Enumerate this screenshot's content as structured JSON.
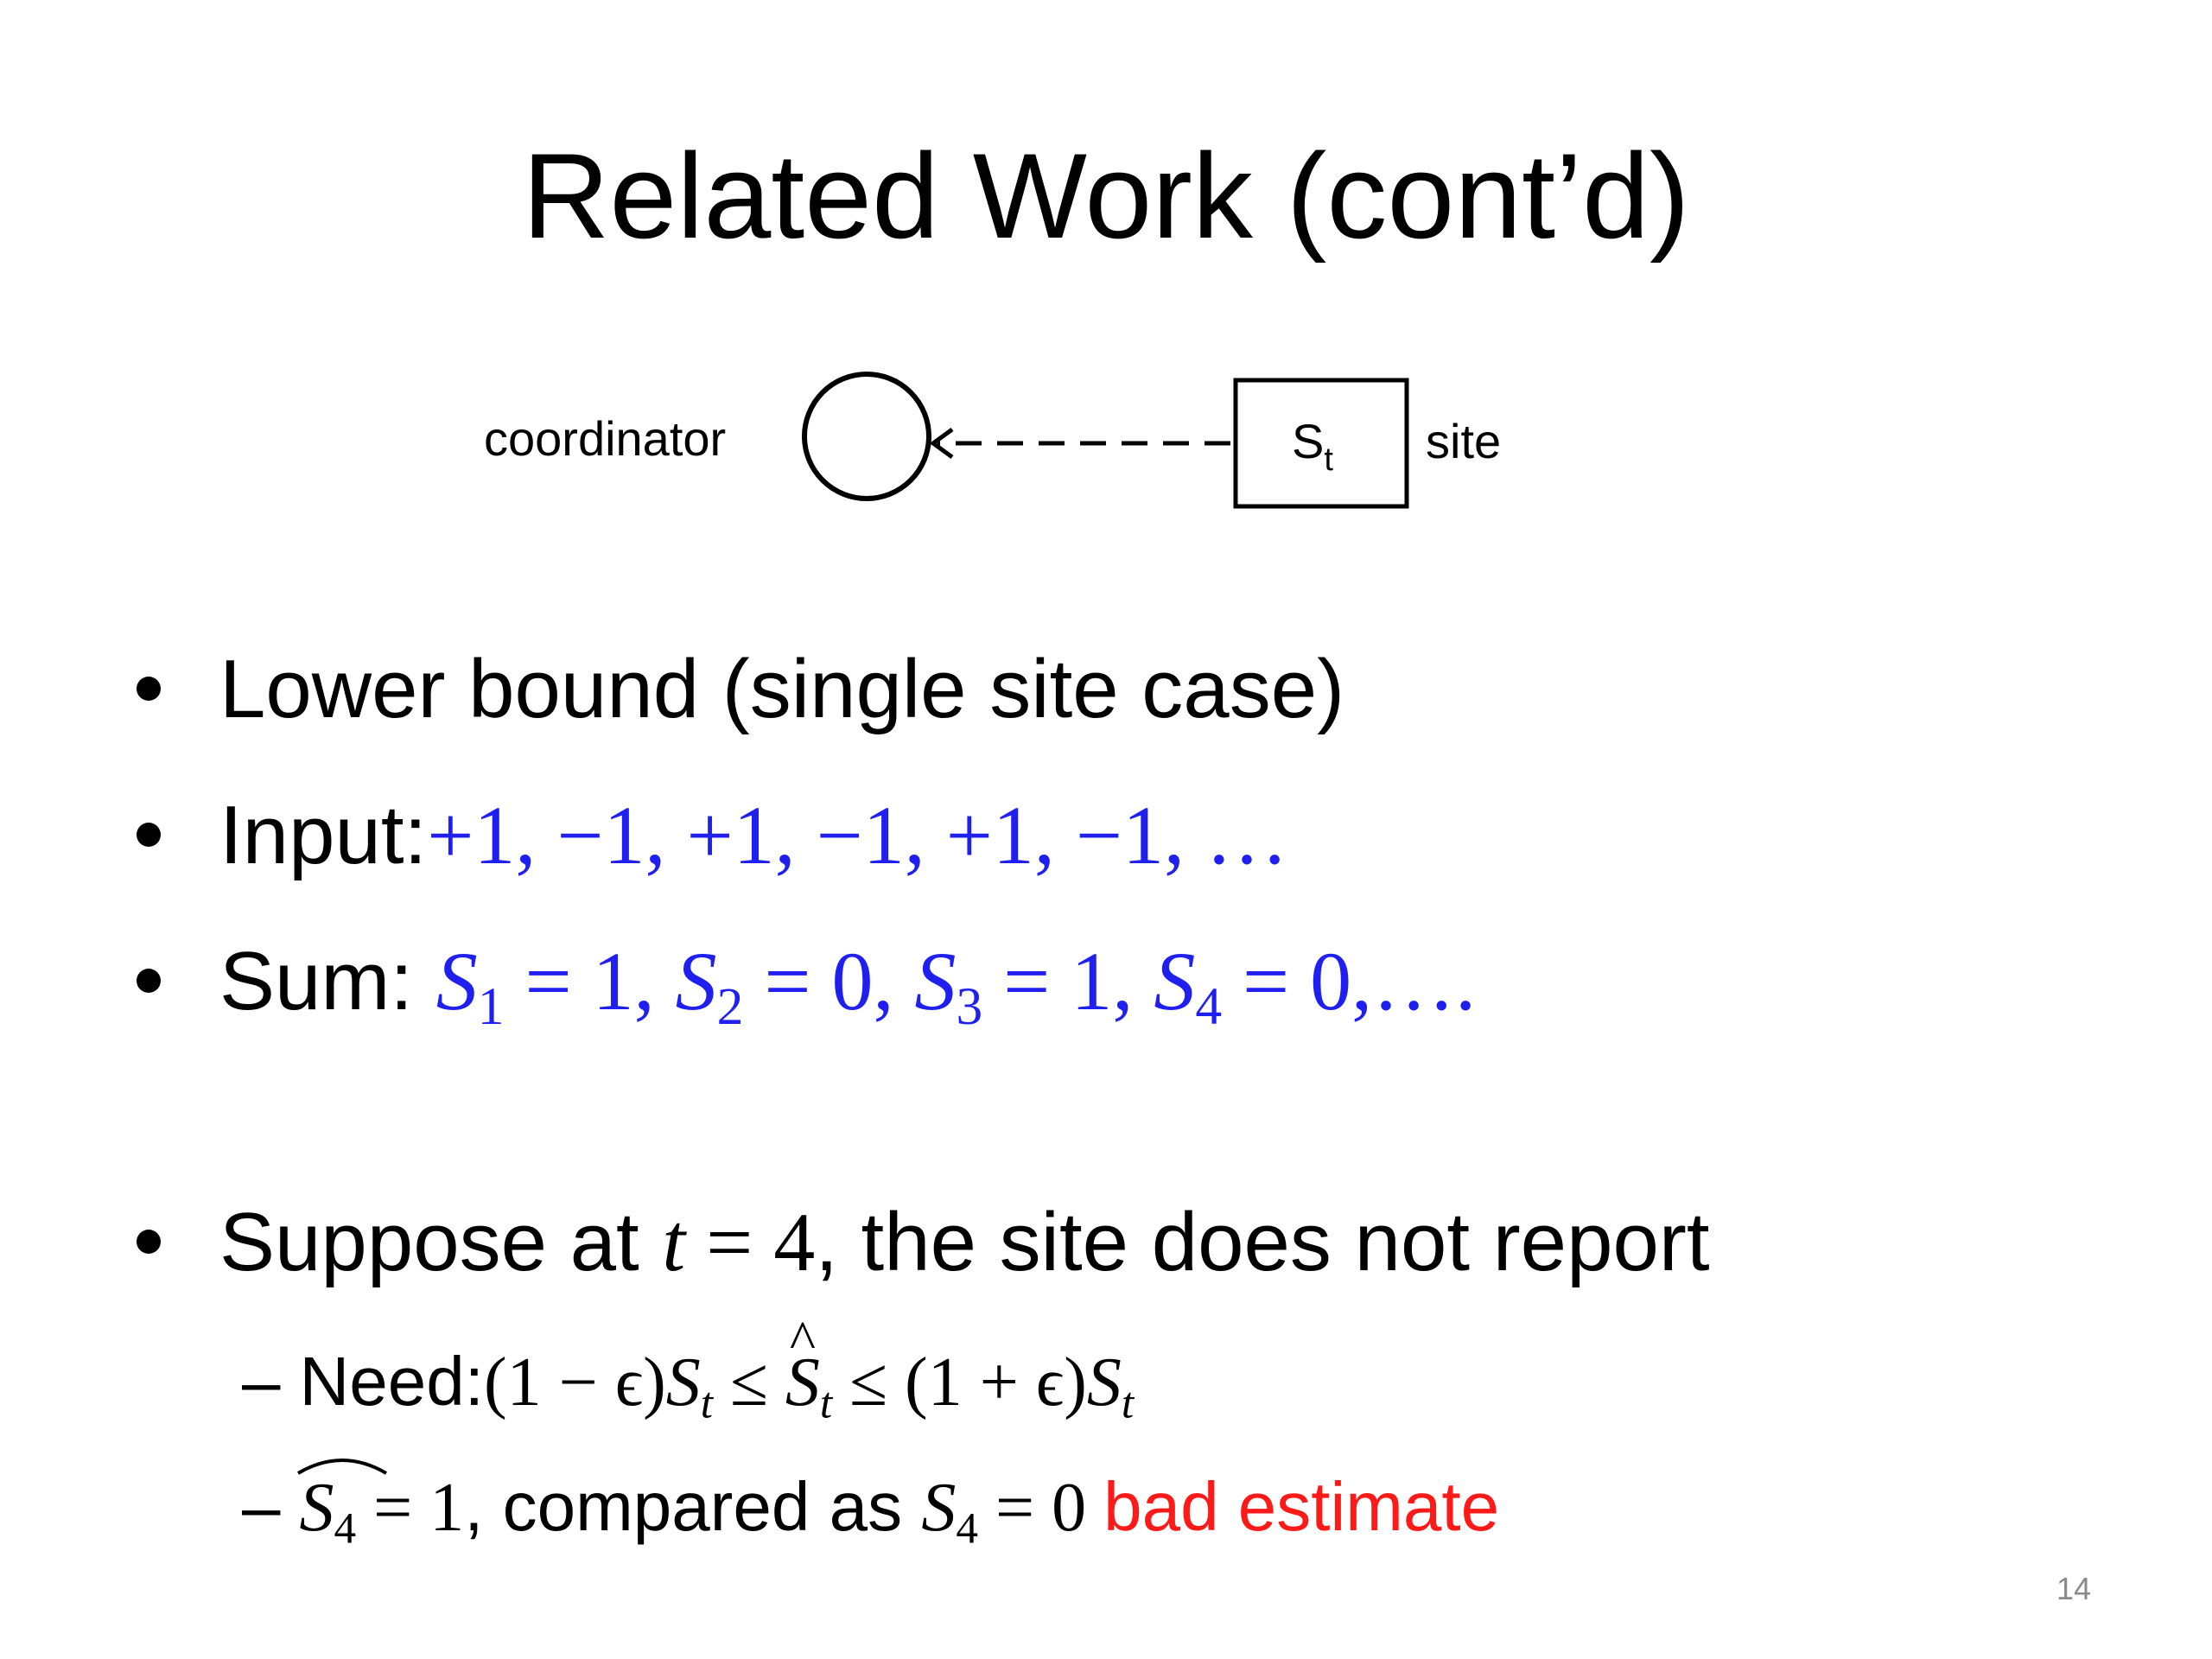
{
  "slide": {
    "title": "Related Work (cont’d)",
    "page_number": "14"
  },
  "diagram": {
    "coordinator_label": "coordinator",
    "site_label": "site",
    "site_symbol": "S",
    "site_subscript": "t",
    "arrow_style": "dashed, pointing from site to coordinator"
  },
  "bullets": {
    "b1": "Lower bound (single site case)",
    "b2_label": "Input:",
    "b2_value": "+1, −1, +1, −1, +1, −1, …",
    "b3_label": "Sum: ",
    "b3_s": "S",
    "b3_1_sub": "1",
    "b3_1_rest": " = 1, ",
    "b3_2_sub": "2",
    "b3_2_rest": " = 0, ",
    "b3_3_sub": "3",
    "b3_3_rest": " = 1, ",
    "b3_4_sub": "4",
    "b3_4_rest": " = 0,….",
    "b4_prefix": "Suppose at ",
    "b4_var": "t",
    "b4_eq": " = 4",
    "b4_suffix": ", the site does not report"
  },
  "subbullets": {
    "dash": "–",
    "need_label": "Need:",
    "need_lhs": "(1 − ϵ)",
    "s": "S",
    "t": "t",
    "leq": " ≤ ",
    "need_rhs": "(1 + ϵ)",
    "hat": "^",
    "est_sub": "4",
    "est_eq": " = 1",
    "est_text": ", compared as ",
    "est_eq2": " = 0 ",
    "bad": "bad estimate"
  },
  "colors": {
    "blue": "#1f1ff0",
    "red": "#ff1a1a",
    "page_number": "#8a8a8a"
  }
}
